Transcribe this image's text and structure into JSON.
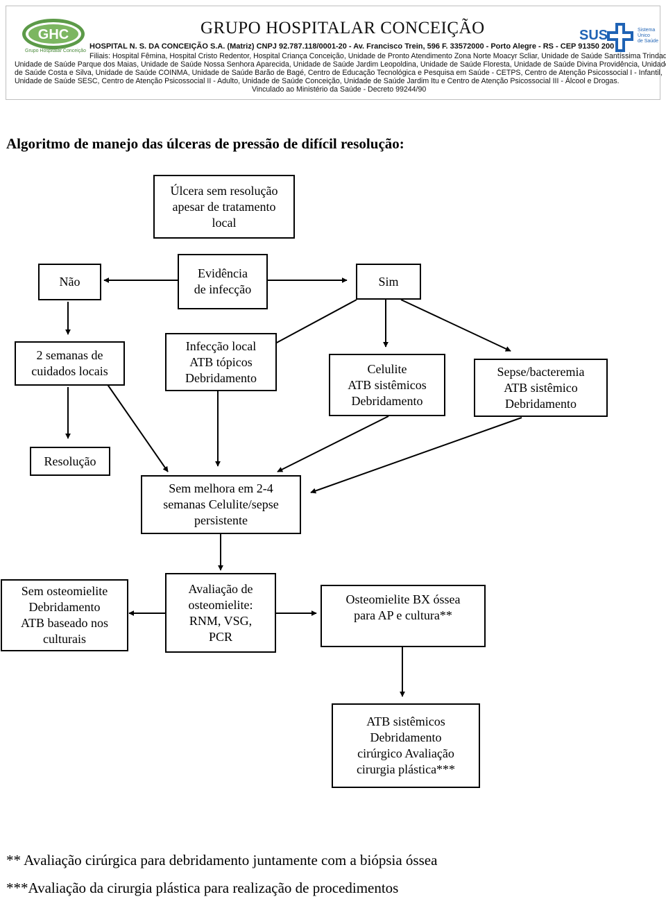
{
  "header": {
    "logo_text": "GHC",
    "logo_subtext": "Grupo Hospitalar Conceição",
    "title": "GRUPO HOSPITALAR CONCEIÇÃO",
    "address": "HOSPITAL N. S. DA CONCEIÇÃO S.A. (Matriz) CNPJ 92.787.118/0001-20 - Av. Francisco Trein, 596 F. 33572000 - Porto Alegre - RS - CEP 91350 200",
    "filiais_1": "Filiais: Hospital Fêmina, Hospital Cristo Redentor, Hospital Criança Conceição, Unidade de Pronto Atendimento Zona Norte Moacyr Scliar, Unidade de Saúde Santíssima Trindade,",
    "filiais_2": "Unidade de Saúde Parque dos Maias, Unidade de Saúde Nossa Senhora Aparecida, Unidade de Saúde Jardim Leopoldina, Unidade de Saúde Floresta, Unidade de Saúde Divina Providência, Unidade",
    "filiais_3": "de Saúde Costa e Silva, Unidade de Saúde COINMA, Unidade de Saúde Barão de Bagé, Centro de Educação Tecnológica e Pesquisa em Saúde - CETPS, Centro de Atenção Psicossocial I - Infantil,",
    "filiais_4": "Unidade de Saúde SESC, Centro de Atenção Psicossocial II - Adulto, Unidade de Saúde Conceição, Unidade de Saúde Jardim Itu e Centro de Atenção Psicossocial III - Álcool e Drogas.",
    "vinculo": "Vinculado ao Ministério da Saúde - Decreto 99244/90",
    "sus_text": "SUS",
    "sus_sub_1": "Sistema",
    "sus_sub_2": "Único",
    "sus_sub_3": "de Saúde",
    "colors": {
      "ghc_green": "#4a8a3a",
      "sus_blue": "#1f63b5"
    }
  },
  "title": "Algoritmo de manejo das úlceras de pressão de difícil resolução:",
  "flow": {
    "ulcera": "Úlcera sem resolução\napesar de tratamento\nlocal",
    "evidencia": "Evidência\nde infecção",
    "nao": "Não",
    "sim": "Sim",
    "duas_semanas": "2 semanas de\ncuidados locais",
    "infeccao_local": "Infecção local\nATB tópicos\nDebridamento",
    "celulite": "Celulite\nATB sistêmicos\nDebridamento",
    "sepse": "Sepse/bacteremia\nATB sistêmico\nDebridamento",
    "resolucao": "Resolução",
    "sem_melhora": "Sem melhora em 2-4\nsemanas Celulite/sepse\npersistente",
    "sem_osteomielite": "Sem osteomielite\nDebridamento\nATB baseado nos\nculturais",
    "avaliacao": "Avaliação de\nosteomielite:\nRNM, VSG,\nPCR",
    "osteomielite": "Osteomielite BX óssea\npara AP e cultura**",
    "atb_sistemicos": "ATB sistêmicos\nDebridamento\ncirúrgico Avaliação\ncirurgia plástica***"
  },
  "footnotes": {
    "note_2": "** Avaliação cirúrgica para debridamento juntamente com a biópsia óssea",
    "note_3": "***Avaliação da cirurgia plástica para realização de procedimentos"
  }
}
